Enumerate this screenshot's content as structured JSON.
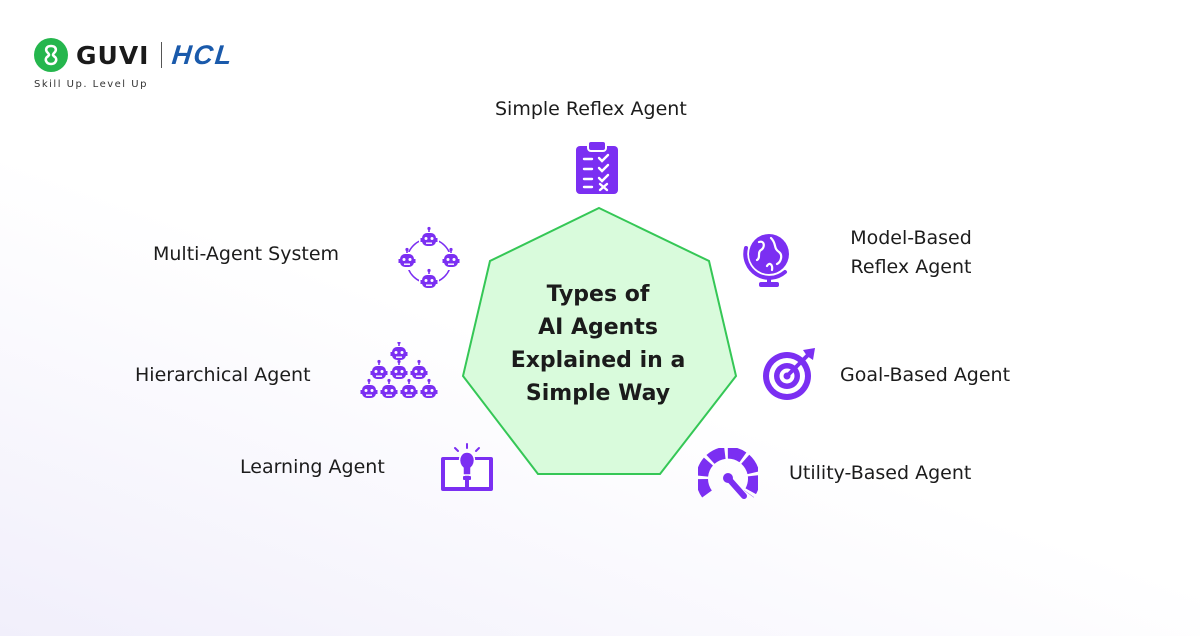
{
  "brand": {
    "name": "GUVI",
    "partner": "HCL",
    "tagline": "Skill Up. Level Up",
    "colors": {
      "guvi_green": "#25b64d",
      "hcl_blue": "#1a5aab"
    }
  },
  "diagram": {
    "center_title_lines": [
      "Types of",
      "AI Agents",
      "Explained in a",
      "Simple Way"
    ],
    "colors": {
      "heptagon_fill": "#d9fbdc",
      "heptagon_stroke": "#35c756",
      "icon": "#7b2ff2"
    },
    "agents": [
      {
        "label": "Simple Reflex Agent",
        "icon": "clipboard-checklist-icon"
      },
      {
        "label_lines": [
          "Model-Based",
          "Reflex Agent"
        ],
        "icon": "globe-icon"
      },
      {
        "label": "Goal-Based Agent",
        "icon": "target-arrow-icon"
      },
      {
        "label": "Utility-Based Agent",
        "icon": "speedometer-icon"
      },
      {
        "label": "Learning Agent",
        "icon": "book-lightbulb-icon"
      },
      {
        "label": "Hierarchical Agent",
        "icon": "robot-pyramid-icon"
      },
      {
        "label": "Multi-Agent System",
        "icon": "robot-network-icon"
      }
    ]
  }
}
